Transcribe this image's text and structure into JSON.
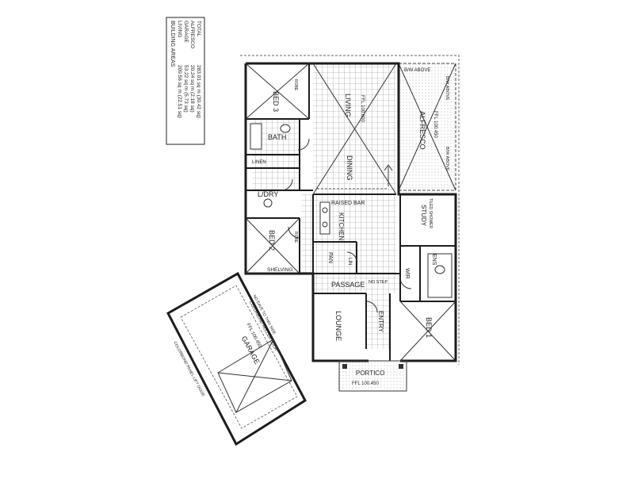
{
  "areas_table": {
    "heading": "BUILDING AREAS",
    "rows": [
      {
        "label": "LIVING",
        "value": "209.56 sq m (22.51 sq)"
      },
      {
        "label": "GARAGE",
        "value": "53.22 sq m (5.73 sq)"
      },
      {
        "label": "ALFRESCO",
        "value": "20.24 sq m (2.18 sq)"
      },
      {
        "label": "TOTAL",
        "value": "283.01 sq m (30.42 sq)"
      }
    ]
  },
  "rooms": {
    "bed3": "BED 3",
    "bath": "BATH",
    "linen": "LINEN",
    "ldry": "L/DRY",
    "bed2": "BED 2",
    "shelving": "SHELVING",
    "living": "LIVING",
    "dining": "DINING",
    "kitchen": "KITCHEN",
    "pan": "PAN",
    "lin": "LIN",
    "passage": "PASSAGE",
    "lounge": "LOUNGE",
    "entry": "ENTRY",
    "alfresco": "ALFRESCO",
    "study": "STUDY",
    "ens": "ENS",
    "wir": "WIR",
    "bed1": "BED 1",
    "portico": "PORTICO",
    "garage": "GARAGE"
  },
  "notes": {
    "ffl_living": "FFL 100.600",
    "ffl_alfresco": "FFL 100.450",
    "ffl_garage": "FFL 100.450",
    "ffl_portico": "FFL 100.450",
    "bw_above_1": "B/W ABOVE",
    "bw_above_2": "B/W ABOVE",
    "bw_above_3": "B/W ABOVE",
    "robe_bed3": "ROBE",
    "robe_bed2": "ROBE",
    "tiled_shower": "TILED SHOWER",
    "raised_bar": "RAISED BAR",
    "no_step": "NO STEP",
    "garage_door_top": "COLORBOND ROLLER DOOR",
    "garage_door_bottom": "COLORBOND PANEL LIFT DOOR",
    "no_eave": "NO EAVE TO THIS SIDE"
  }
}
